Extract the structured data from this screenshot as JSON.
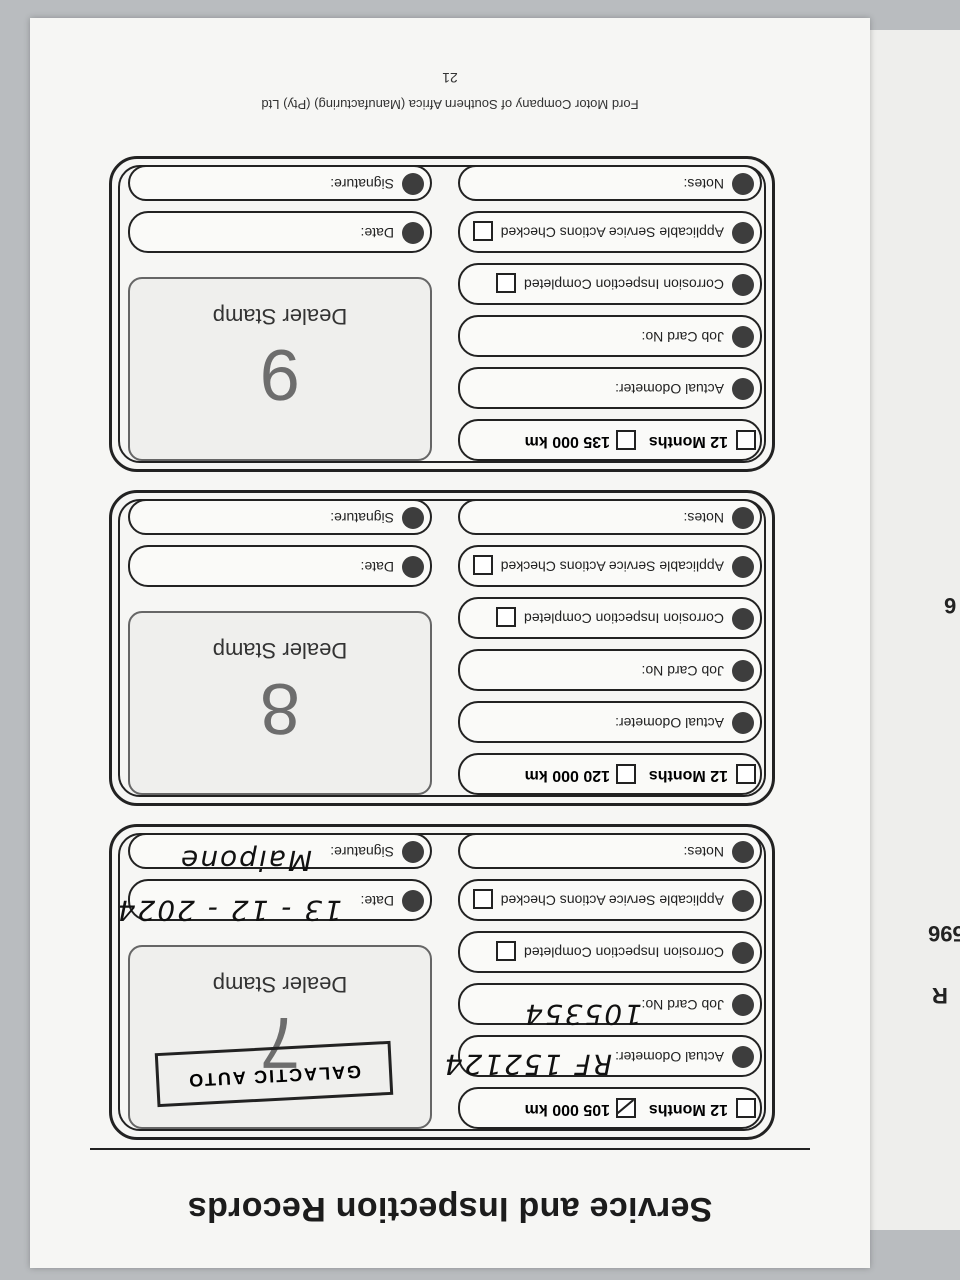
{
  "page": {
    "title": "Service and Inspection Records",
    "footer": "Ford Motor Company of Southern Africa (Manufacturing) (Pty) Ltd",
    "page_number": "21"
  },
  "background": {
    "edge_text_1": "R",
    "edge_text_2": "596",
    "edge_text_3": "6"
  },
  "labels": {
    "months": "12 Months",
    "odometer": "Actual Odometer:",
    "job_card": "Job Card No:",
    "corrosion": "Corrosion Inspection Completed",
    "service_actions": "Applicable Service Actions Checked",
    "notes": "Notes:",
    "date": "Date:",
    "signature": "Signature:",
    "dealer_stamp": "Dealer Stamp"
  },
  "records": [
    {
      "number": "7",
      "km": "105 000 km",
      "km_checked": true,
      "odometer_value": "RF 152124",
      "job_card_value": "105354",
      "date_value": "13 - 12 - 2024",
      "signature_value": "Maipone",
      "stamp_text": "GALACTIC AUTO"
    },
    {
      "number": "8",
      "km": "120 000 km",
      "km_checked": false,
      "odometer_value": "",
      "job_card_value": "",
      "date_value": "",
      "signature_value": "",
      "stamp_text": ""
    },
    {
      "number": "9",
      "km": "135 000 km",
      "km_checked": false,
      "odometer_value": "",
      "job_card_value": "",
      "date_value": "",
      "signature_value": "",
      "stamp_text": ""
    }
  ]
}
